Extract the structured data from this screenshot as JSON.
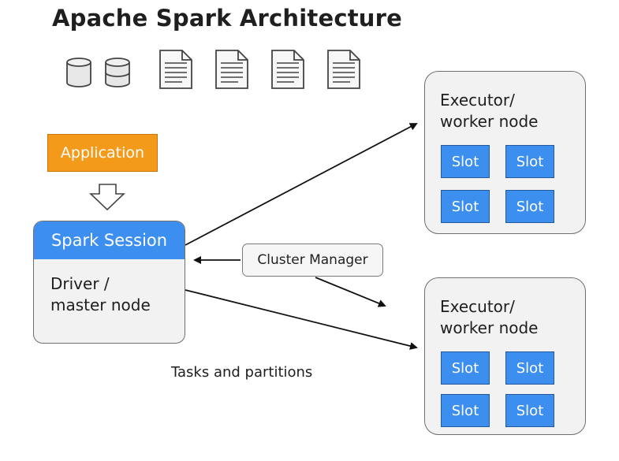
{
  "title": "Apache Spark Architecture",
  "icons": [
    "database-icon",
    "database-icon",
    "document-icon",
    "document-icon",
    "document-icon",
    "document-icon"
  ],
  "application": {
    "label": "Application"
  },
  "driver": {
    "header": "Spark Session",
    "label": "Driver /\nmaster node"
  },
  "cluster_manager": {
    "label": "Cluster Manager"
  },
  "executors": [
    {
      "label": "Executor/\nworker  node",
      "slots": [
        "Slot",
        "Slot",
        "Slot",
        "Slot"
      ]
    },
    {
      "label": "Executor/\nworker  node",
      "slots": [
        "Slot",
        "Slot",
        "Slot",
        "Slot"
      ]
    }
  ],
  "tasks_label": "Tasks and partitions",
  "colors": {
    "accent_orange": "#f49a1a",
    "accent_blue": "#3d8fef",
    "box_fill": "#f2f2f2"
  }
}
